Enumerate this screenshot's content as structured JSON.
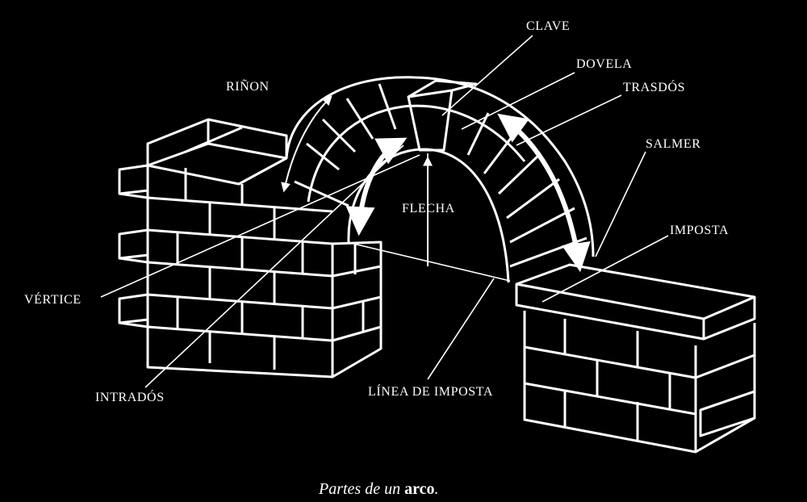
{
  "labels": {
    "clave": "CLAVE",
    "dovela": "DOVELA",
    "trasdos": "TRASDÓS",
    "rinon": "RIÑON",
    "salmer": "SALMER",
    "flecha": "FLECHA",
    "imposta": "IMPOSTA",
    "vertice": "VÉRTICE",
    "intrados": "INTRADÓS",
    "linea_imposta": "LÍNEA DE IMPOSTA"
  },
  "caption": {
    "prefix": "Partes de un ",
    "bold": "arco",
    "suffix": "."
  },
  "colors": {
    "background": "#000000",
    "ink": "#ffffff"
  }
}
